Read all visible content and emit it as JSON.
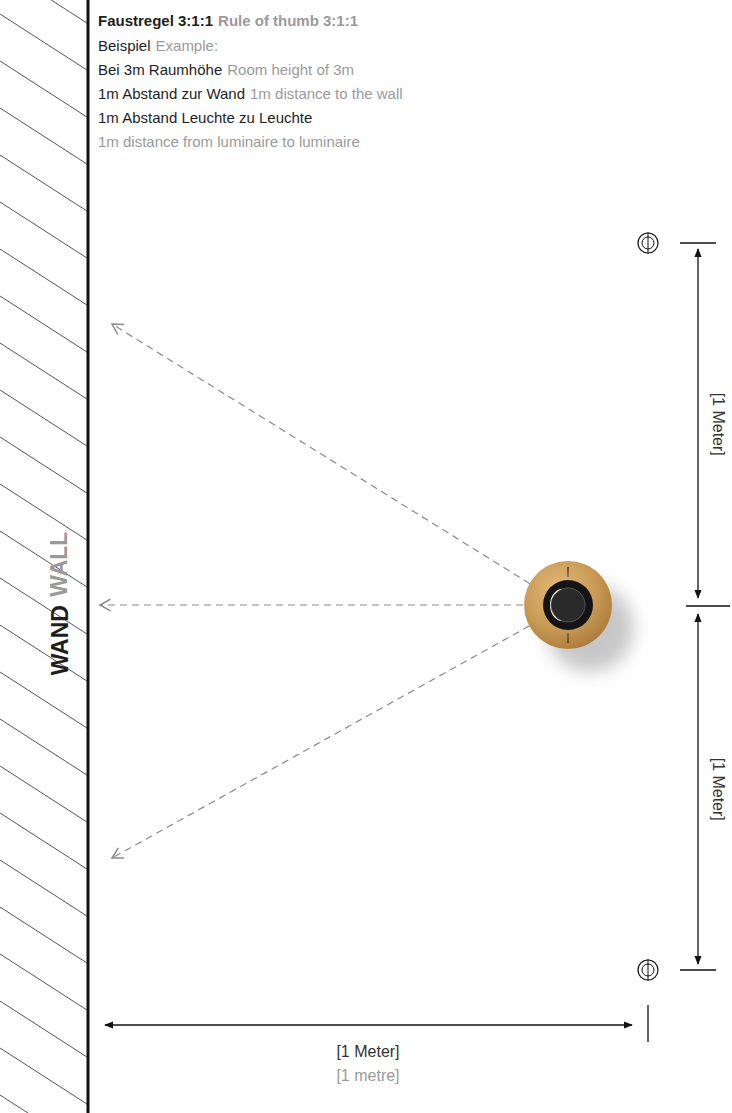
{
  "diagram": {
    "labels": [
      "Faustregel 3:1:1",
      "Rule of thumb 3:1:1",
      "Beispiel",
      "Example:",
      "Bei 3m Raumhöhe",
      "Room height of 3m",
      "1m Abstand zur Wand",
      "1m distance to the wall",
      "1m Abstand Leuchte zu Leuchte",
      "1m distance from luminaire to luminaire",
      "WAND",
      "WALL",
      "[1 Meter]",
      "[1 Meter]",
      "[1 Meter]",
      "[1 metre]"
    ]
  }
}
